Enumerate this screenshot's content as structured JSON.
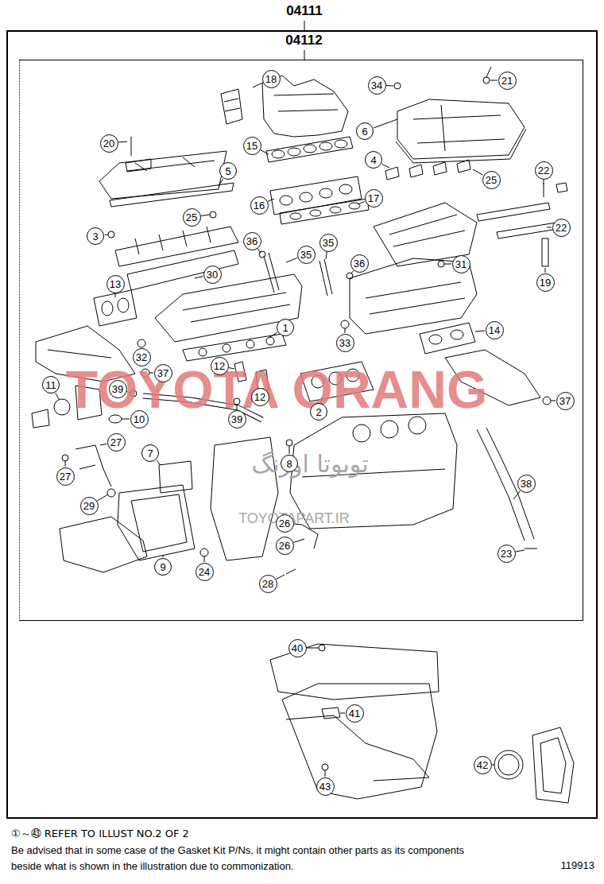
{
  "diagram": {
    "nodes": [
      {
        "text": [
          "04111"
        ]
      },
      {
        "text": [
          "04112"
        ],
        "in": 0
      },
      {
        "text": [
          "18"
        ],
        "in": 1
      },
      {
        "text": [
          "34"
        ],
        "in": 1
      },
      {
        "text": [
          "21"
        ],
        "in": 1
      },
      {
        "text": [
          "20"
        ],
        "in": 1
      },
      {
        "text": [
          "6"
        ],
        "in": 1
      },
      {
        "text": [
          "5"
        ],
        "in": 1
      },
      {
        "text": [
          "4"
        ],
        "in": 1
      },
      {
        "text": [
          "25"
        ],
        "in": 1
      },
      {
        "text": [
          "22"
        ],
        "in": 1
      },
      {
        "text": [
          "15"
        ],
        "in": 1
      },
      {
        "text": [
          "16"
        ],
        "in": 1
      },
      {
        "text": [
          "17"
        ],
        "in": 1
      },
      {
        "text": [
          "25"
        ],
        "in": 1
      },
      {
        "text": [
          "3"
        ],
        "in": 1
      },
      {
        "text": [
          "22"
        ],
        "in": 1
      },
      {
        "text": [
          "36"
        ],
        "in": 1
      },
      {
        "text": [
          "35"
        ],
        "in": 1
      },
      {
        "text": [
          "35"
        ],
        "in": 1
      },
      {
        "text": [
          "36"
        ],
        "in": 1
      },
      {
        "text": [
          "31"
        ],
        "in": 1
      },
      {
        "text": [
          "30"
        ],
        "in": 1
      },
      {
        "text": [
          "19"
        ],
        "in": 1
      },
      {
        "text": [
          "13"
        ],
        "in": 1
      },
      {
        "text": [
          "1"
        ],
        "in": 1
      },
      {
        "text": [
          "14"
        ],
        "in": 1
      },
      {
        "text": [
          "33"
        ],
        "in": 1
      },
      {
        "text": [
          "32"
        ],
        "in": 1
      },
      {
        "text": [
          "37"
        ],
        "in": 1
      },
      {
        "text": [
          "12"
        ],
        "in": 1
      },
      {
        "text": [
          "11"
        ],
        "in": 1
      },
      {
        "text": [
          "39"
        ],
        "in": 1
      },
      {
        "text": [
          "12"
        ],
        "in": 1
      },
      {
        "text": [
          "2"
        ],
        "in": 1
      },
      {
        "text": [
          "37"
        ],
        "in": 1
      },
      {
        "text": [
          "10"
        ],
        "in": 1
      },
      {
        "text": [
          "39"
        ],
        "in": 1
      },
      {
        "text": [
          "27"
        ],
        "in": 1
      },
      {
        "text": [
          "7"
        ],
        "in": 1
      },
      {
        "text": [
          "8"
        ],
        "in": 1
      },
      {
        "text": [
          "27"
        ],
        "in": 1
      },
      {
        "text": [
          "38"
        ],
        "in": 1
      },
      {
        "text": [
          "29"
        ],
        "in": 1
      },
      {
        "text": [
          "26"
        ],
        "in": 1
      },
      {
        "text": [
          "26"
        ],
        "in": 1
      },
      {
        "text": [
          "23"
        ],
        "in": 1
      },
      {
        "text": [
          "9"
        ],
        "in": 1
      },
      {
        "text": [
          "24"
        ],
        "in": 1
      },
      {
        "text": [
          "28"
        ],
        "in": 1
      },
      {
        "text": [
          "40"
        ],
        "in": 0
      },
      {
        "text": [
          "41"
        ],
        "in": 0
      },
      {
        "text": [
          "42"
        ],
        "in": 0
      },
      {
        "text": [
          "43"
        ],
        "in": 0
      }
    ],
    "labels": [
      "TOYOTA ORANG",
      "تویوتا اورنگ",
      "TOYOTAPART.IR",
      "①～㊸ REFER TO ILLUST NO.2 OF 2",
      "Be advised that in some case of the Gasket Kit P/Ns, it might contain other parts as its components beside what is shown in the illustration due to commonization.",
      "119913"
    ]
  }
}
